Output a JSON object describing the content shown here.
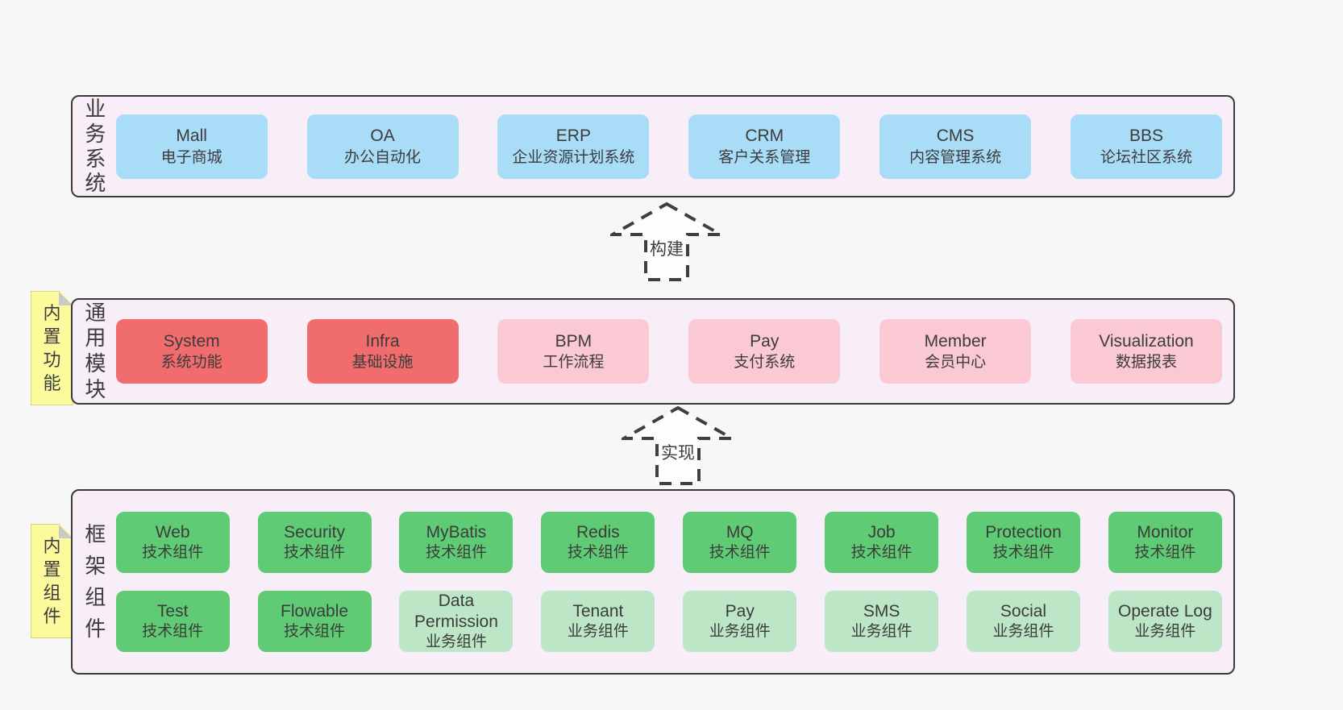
{
  "colors": {
    "page_bg": "#f7f7f7",
    "panel_bg": "#f8eef7",
    "panel_border": "#3a3a3a",
    "text": "#3c3c3c",
    "blue": "#a9dcf7",
    "red": "#f16c6c",
    "pink": "#fbc9d3",
    "green": "#5fcb74",
    "lightgreen": "#bce6c6",
    "sticky_bg": "#fbfb9e",
    "sticky_fold": "#c9c9c9",
    "arrow_fill": "#fdfdfd"
  },
  "arrows": {
    "build": "构建",
    "implement": "实现"
  },
  "business": {
    "label": "业务系统",
    "boxes": [
      {
        "name": "Mall",
        "subtitle": "电子商城",
        "variant": "blue"
      },
      {
        "name": "OA",
        "subtitle": "办公自动化",
        "variant": "blue"
      },
      {
        "name": "ERP",
        "subtitle": "企业资源计划系统",
        "variant": "blue"
      },
      {
        "name": "CRM",
        "subtitle": "客户关系管理",
        "variant": "blue"
      },
      {
        "name": "CMS",
        "subtitle": "内容管理系统",
        "variant": "blue"
      },
      {
        "name": "BBS",
        "subtitle": "论坛社区系统",
        "variant": "blue"
      }
    ]
  },
  "modules": {
    "sticky": "内置功能",
    "label": "通用模块",
    "boxes": [
      {
        "name": "System",
        "subtitle": "系统功能",
        "variant": "red"
      },
      {
        "name": "Infra",
        "subtitle": "基础设施",
        "variant": "red"
      },
      {
        "name": "BPM",
        "subtitle": "工作流程",
        "variant": "pink"
      },
      {
        "name": "Pay",
        "subtitle": "支付系统",
        "variant": "pink"
      },
      {
        "name": "Member",
        "subtitle": "会员中心",
        "variant": "pink"
      },
      {
        "name": "Visualization",
        "subtitle": "数据报表",
        "variant": "pink"
      }
    ]
  },
  "framework": {
    "sticky": "内置组件",
    "label": "框架组件",
    "row1": [
      {
        "name": "Web",
        "subtitle": "技术组件",
        "variant": "green"
      },
      {
        "name": "Security",
        "subtitle": "技术组件",
        "variant": "green"
      },
      {
        "name": "MyBatis",
        "subtitle": "技术组件",
        "variant": "green"
      },
      {
        "name": "Redis",
        "subtitle": "技术组件",
        "variant": "green"
      },
      {
        "name": "MQ",
        "subtitle": "技术组件",
        "variant": "green"
      },
      {
        "name": "Job",
        "subtitle": "技术组件",
        "variant": "green"
      },
      {
        "name": "Protection",
        "subtitle": "技术组件",
        "variant": "green"
      },
      {
        "name": "Monitor",
        "subtitle": "技术组件",
        "variant": "green"
      }
    ],
    "row2": [
      {
        "name": "Test",
        "subtitle": "技术组件",
        "variant": "green"
      },
      {
        "name": "Flowable",
        "subtitle": "技术组件",
        "variant": "green"
      },
      {
        "name": "Data Permission",
        "subtitle": "业务组件",
        "variant": "lightgreen"
      },
      {
        "name": "Tenant",
        "subtitle": "业务组件",
        "variant": "lightgreen"
      },
      {
        "name": "Pay",
        "subtitle": "业务组件",
        "variant": "lightgreen"
      },
      {
        "name": "SMS",
        "subtitle": "业务组件",
        "variant": "lightgreen"
      },
      {
        "name": "Social",
        "subtitle": "业务组件",
        "variant": "lightgreen"
      },
      {
        "name": "Operate Log",
        "subtitle": "业务组件",
        "variant": "lightgreen"
      }
    ]
  }
}
